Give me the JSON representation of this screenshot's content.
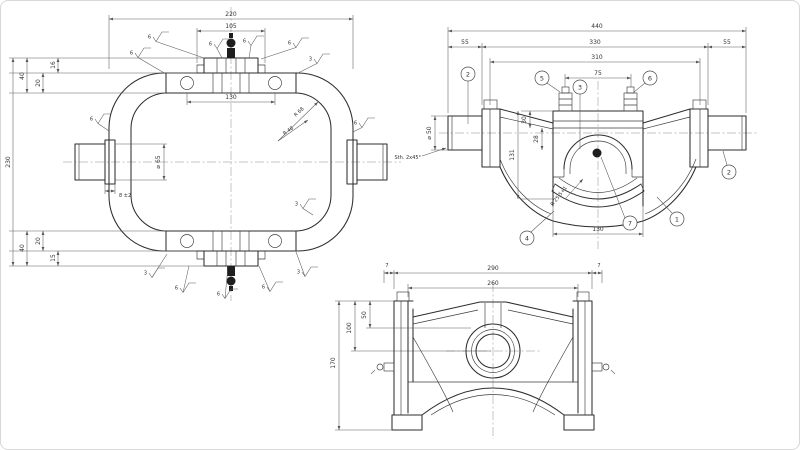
{
  "meta": {
    "type": "technical-drawing",
    "subject": "bearing-housing-assembly",
    "views": [
      "front",
      "side",
      "bottom"
    ]
  },
  "front_view": {
    "dim_width_overall": "220",
    "dim_cap_width": "105",
    "dim_bolt_spacing": "130",
    "dim_height_overall": "230",
    "dim_top_flange": "40",
    "dim_top_cap": "16",
    "dim_top_plate": "20",
    "dim_bottom_flange": "40",
    "dim_bottom_plate": "20",
    "dim_bottom_cap": "15",
    "dim_shaft_dia": "⌀ 65",
    "dim_collar": "8 ±2",
    "radius_outer": "R 68",
    "radius_inner": "R 48",
    "finish": {
      "f1": "6",
      "f2": "6",
      "f3": "6",
      "f4": "6",
      "f5": "6",
      "f6": "3",
      "f7": "6",
      "f8": "6",
      "f9": "3",
      "f10": "3",
      "f11": "6",
      "f12": "6",
      "f13": "6",
      "f14": "3"
    }
  },
  "side_view": {
    "dim_width_overall": "440",
    "dim_shaft_left": "55",
    "dim_body": "330",
    "dim_shaft_right": "55",
    "dim_flange_span": "310",
    "dim_stud_spacing": "75",
    "dim_step1": "30",
    "dim_step2": "28",
    "dim_depth": "131",
    "dim_seat_width": "130",
    "dim_shaft_dia": "⌀ 50",
    "note_chamfer": "Sth. 2x45°",
    "radius_bore": "R 25.5+1",
    "balloons": {
      "b1": "1",
      "b2": "2",
      "b3": "3",
      "b4": "4",
      "b5": "5",
      "b6": "6",
      "b7": "7",
      "b8": "2"
    }
  },
  "bottom_view": {
    "dim_width_overall": "290",
    "dim_inner_width": "260",
    "dim_offset_left": "7",
    "dim_offset_right": "7",
    "dim_bore_top": "50",
    "dim_bore_center": "100",
    "dim_height_overall": "170"
  }
}
